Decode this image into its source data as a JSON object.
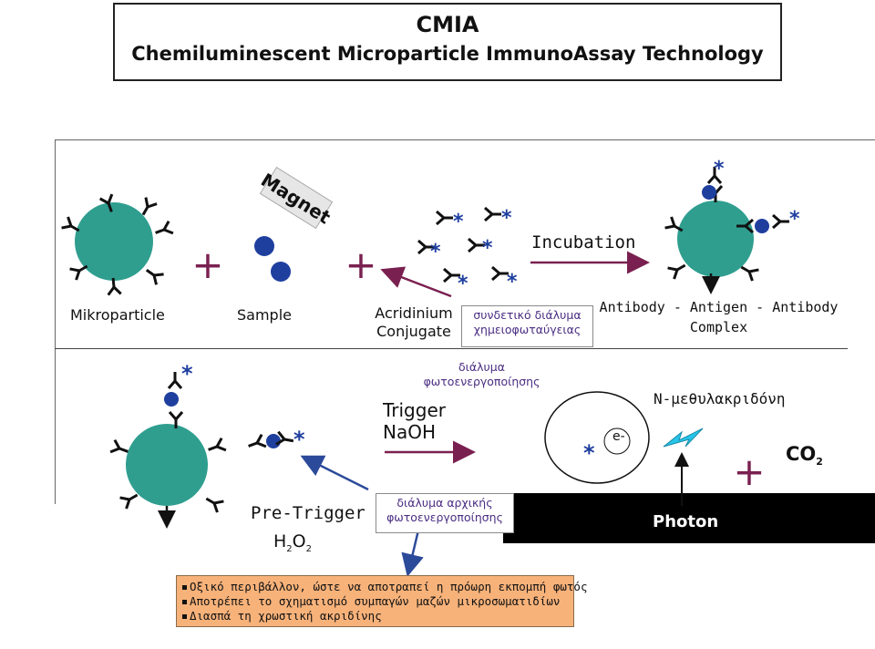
{
  "header": {
    "title": "CMIA",
    "subtitle": "Chemiluminescent Microparticle ImmunoAssay Technology"
  },
  "top_row": {
    "magnet_label": "Magnet",
    "plus_symbol": "+",
    "incubation_label": "Incubation",
    "asterisk": "*",
    "labels": {
      "microparticle": "Mikroparticle",
      "sample": "Sample",
      "conjugate_line1": "Acridinium",
      "conjugate_line2": "Conjugate",
      "caption_line1": "συνδετικό διάλυμα",
      "caption_line2": "χημειοφωταύγειας",
      "complex_line1": "Antibody - Antigen - Antibody",
      "complex_line2": "Complex"
    }
  },
  "bottom_row": {
    "trigger_line1": "Trigger",
    "trigger_line2": "NaOH",
    "activation_line1": "διάλυμα",
    "activation_line2": "φωτοενεργοποίησης",
    "electron": "e-",
    "methyl_label": "Ν-μεθυλακριδόνη",
    "co2_main": "CO",
    "co2_sub": "2",
    "pretrigger": "Pre-Trigger",
    "h2o2_h": "H",
    "h2o2_sub1": "2",
    "h2o2_o": "O",
    "h2o2_sub2": "2",
    "pre_caption_line1": "διάλυμα αρχικής",
    "pre_caption_line2": "φωτοενεργοποίησης",
    "photon": "Photon"
  },
  "notes": [
    "Οξικό περιβάλλον, ώστε να αποτραπεί η πρόωρη εκπομπή φωτός",
    "Αποτρέπει το σχηματισμό συμπαγών μαζών μικροσωματιδίων",
    "Διασπά τη χρωστική ακριδίνης"
  ],
  "colors": {
    "particle": "#2f9e8f",
    "antigen": "#1f3f9f",
    "arrow": "#7a2050",
    "blue_arrow": "#2c4a9a",
    "note_bg": "#f7b27a"
  }
}
